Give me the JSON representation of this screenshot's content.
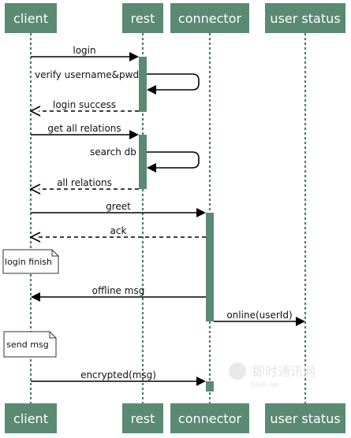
{
  "participants": [
    {
      "id": "client",
      "label": "client"
    },
    {
      "id": "rest",
      "label": "rest"
    },
    {
      "id": "connector",
      "label": "connector"
    },
    {
      "id": "user_status",
      "label": "user status"
    }
  ],
  "messages": [
    {
      "from": "client",
      "to": "rest",
      "label": "login",
      "dashed": false
    },
    {
      "from": "rest",
      "to": "rest",
      "label": "verify username&pwd",
      "dashed": false
    },
    {
      "from": "rest",
      "to": "client",
      "label": "login success",
      "dashed": true
    },
    {
      "from": "client",
      "to": "rest",
      "label": "get all relations",
      "dashed": false
    },
    {
      "from": "rest",
      "to": "rest",
      "label": "search db",
      "dashed": false
    },
    {
      "from": "rest",
      "to": "client",
      "label": "all relations",
      "dashed": true
    },
    {
      "from": "client",
      "to": "connector",
      "label": "greet",
      "dashed": false
    },
    {
      "from": "connector",
      "to": "client",
      "label": "ack",
      "dashed": true
    },
    {
      "from": "connector",
      "to": "client",
      "label": "offline msg",
      "dashed": false
    },
    {
      "from": "connector",
      "to": "user_status",
      "label": "online(userId)",
      "dashed": false
    },
    {
      "from": "client",
      "to": "connector",
      "label": "encrypted(msg)",
      "dashed": false
    }
  ],
  "notes": [
    {
      "label": "login finish"
    },
    {
      "label": "send msg"
    }
  ],
  "watermark": {
    "text": "即时通讯网",
    "subtext": "52im.net"
  },
  "colors": {
    "header_fill": "#5a8a73",
    "lifeline": "#4e7f66",
    "activation": "#5a8a73",
    "arrow": "#000000",
    "note_fill": "#ffffff"
  }
}
